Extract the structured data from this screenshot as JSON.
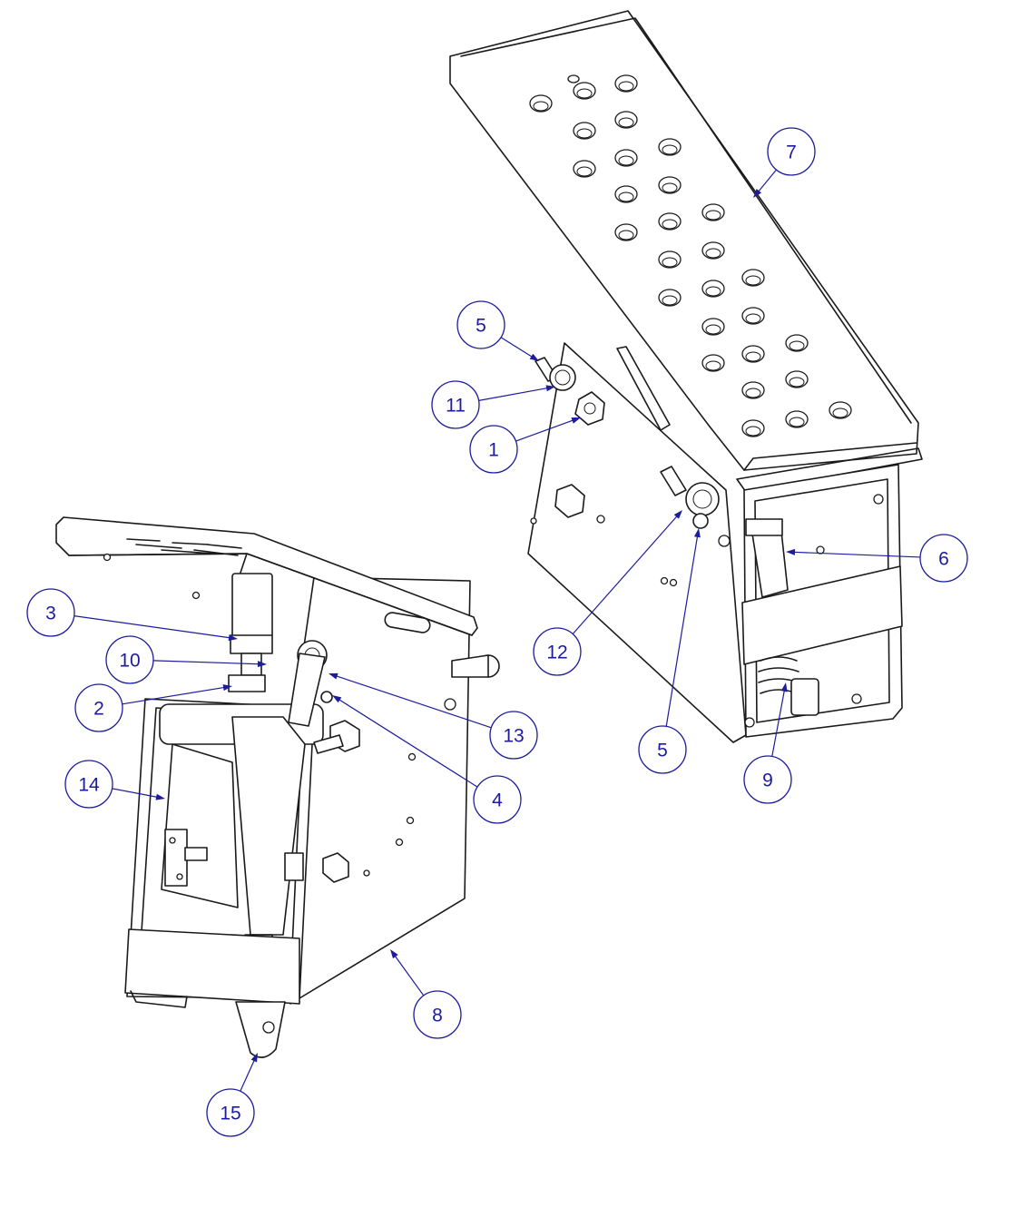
{
  "balloons": [
    {
      "id": "b7",
      "label": "7"
    },
    {
      "id": "b5a",
      "label": "5"
    },
    {
      "id": "b11",
      "label": "11"
    },
    {
      "id": "b1",
      "label": "1"
    },
    {
      "id": "b6",
      "label": "6"
    },
    {
      "id": "b12",
      "label": "12"
    },
    {
      "id": "b5b",
      "label": "5"
    },
    {
      "id": "b9",
      "label": "9"
    },
    {
      "id": "b3",
      "label": "3"
    },
    {
      "id": "b10",
      "label": "10"
    },
    {
      "id": "b2",
      "label": "2"
    },
    {
      "id": "b13",
      "label": "13"
    },
    {
      "id": "b4",
      "label": "4"
    },
    {
      "id": "b14",
      "label": "14"
    },
    {
      "id": "b8",
      "label": "8"
    },
    {
      "id": "b15",
      "label": "15"
    }
  ],
  "colors": {
    "callout": "#1c1c9c",
    "linework": "#1a1a1a",
    "background": "#ffffff"
  }
}
